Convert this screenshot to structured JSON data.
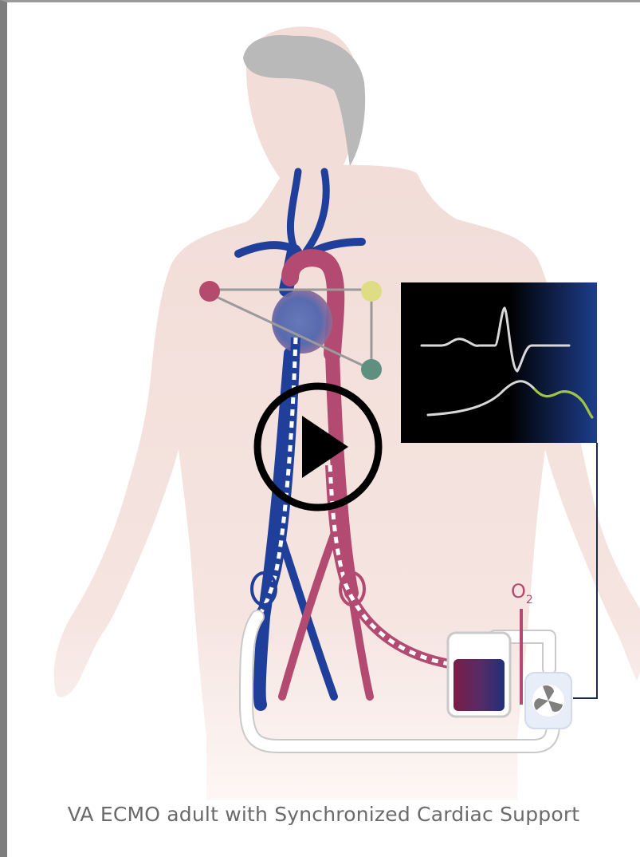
{
  "caption": "VA ECMO adult with Synchronized Cardiac Support",
  "oxygen_label": {
    "base": "O",
    "sub": "2"
  },
  "play_button": {
    "icon": "play-icon"
  },
  "colors": {
    "vein": "#1f3f9a",
    "artery": "#b34a72",
    "body": "#f4e1dd",
    "head_hair": "#b9b9b9",
    "electrode_red": "#b44a6c",
    "electrode_yellow": "#dedd86",
    "electrode_green": "#5f8f7f",
    "monitor_bg": "#000000",
    "monitor_blue": "#1d3d8c",
    "trace_white": "#d8d8d8",
    "trace_green": "#9fc63b",
    "circuit_line": "#1a2a4a"
  }
}
